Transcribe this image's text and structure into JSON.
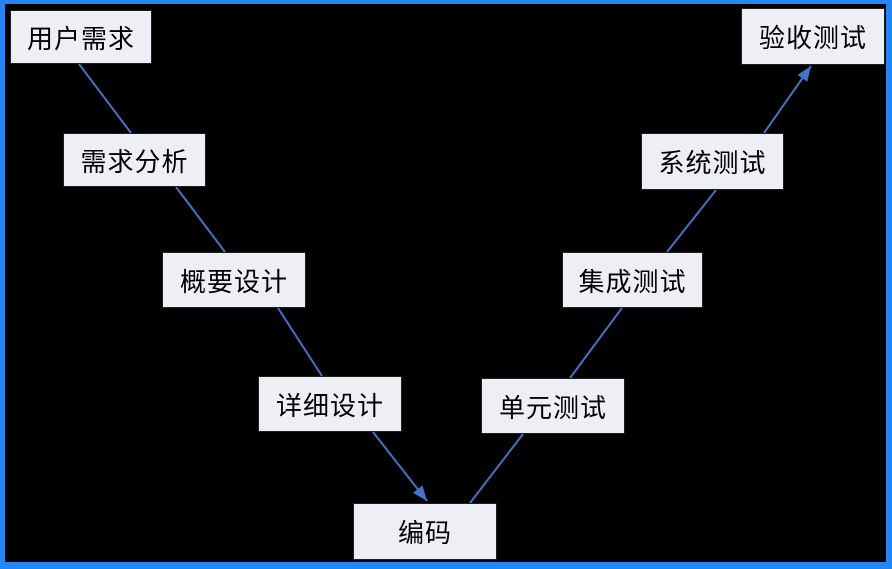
{
  "diagram": {
    "type": "v-model-flowchart",
    "nodes": [
      {
        "id": "user-requirements",
        "label": "用户需求"
      },
      {
        "id": "requirements-analysis",
        "label": "需求分析"
      },
      {
        "id": "preliminary-design",
        "label": "概要设计"
      },
      {
        "id": "detailed-design",
        "label": "详细设计"
      },
      {
        "id": "coding",
        "label": "编码"
      },
      {
        "id": "unit-testing",
        "label": "单元测试"
      },
      {
        "id": "integration-testing",
        "label": "集成测试"
      },
      {
        "id": "system-testing",
        "label": "系统测试"
      },
      {
        "id": "acceptance-testing",
        "label": "验收测试"
      }
    ],
    "edges": [
      {
        "from": "user-requirements",
        "to": "requirements-analysis",
        "arrowhead": false
      },
      {
        "from": "requirements-analysis",
        "to": "preliminary-design",
        "arrowhead": false
      },
      {
        "from": "preliminary-design",
        "to": "detailed-design",
        "arrowhead": false
      },
      {
        "from": "detailed-design",
        "to": "coding",
        "arrowhead": true
      },
      {
        "from": "coding",
        "to": "unit-testing",
        "arrowhead": false
      },
      {
        "from": "unit-testing",
        "to": "integration-testing",
        "arrowhead": false
      },
      {
        "from": "integration-testing",
        "to": "system-testing",
        "arrowhead": false
      },
      {
        "from": "system-testing",
        "to": "acceptance-testing",
        "arrowhead": true
      }
    ],
    "colors": {
      "background": "#000000",
      "frame": "#2386f2",
      "connector": "#4472c4",
      "node_fill": "#edeff4",
      "node_border": "#1f1f1f",
      "text": "#000000"
    }
  }
}
